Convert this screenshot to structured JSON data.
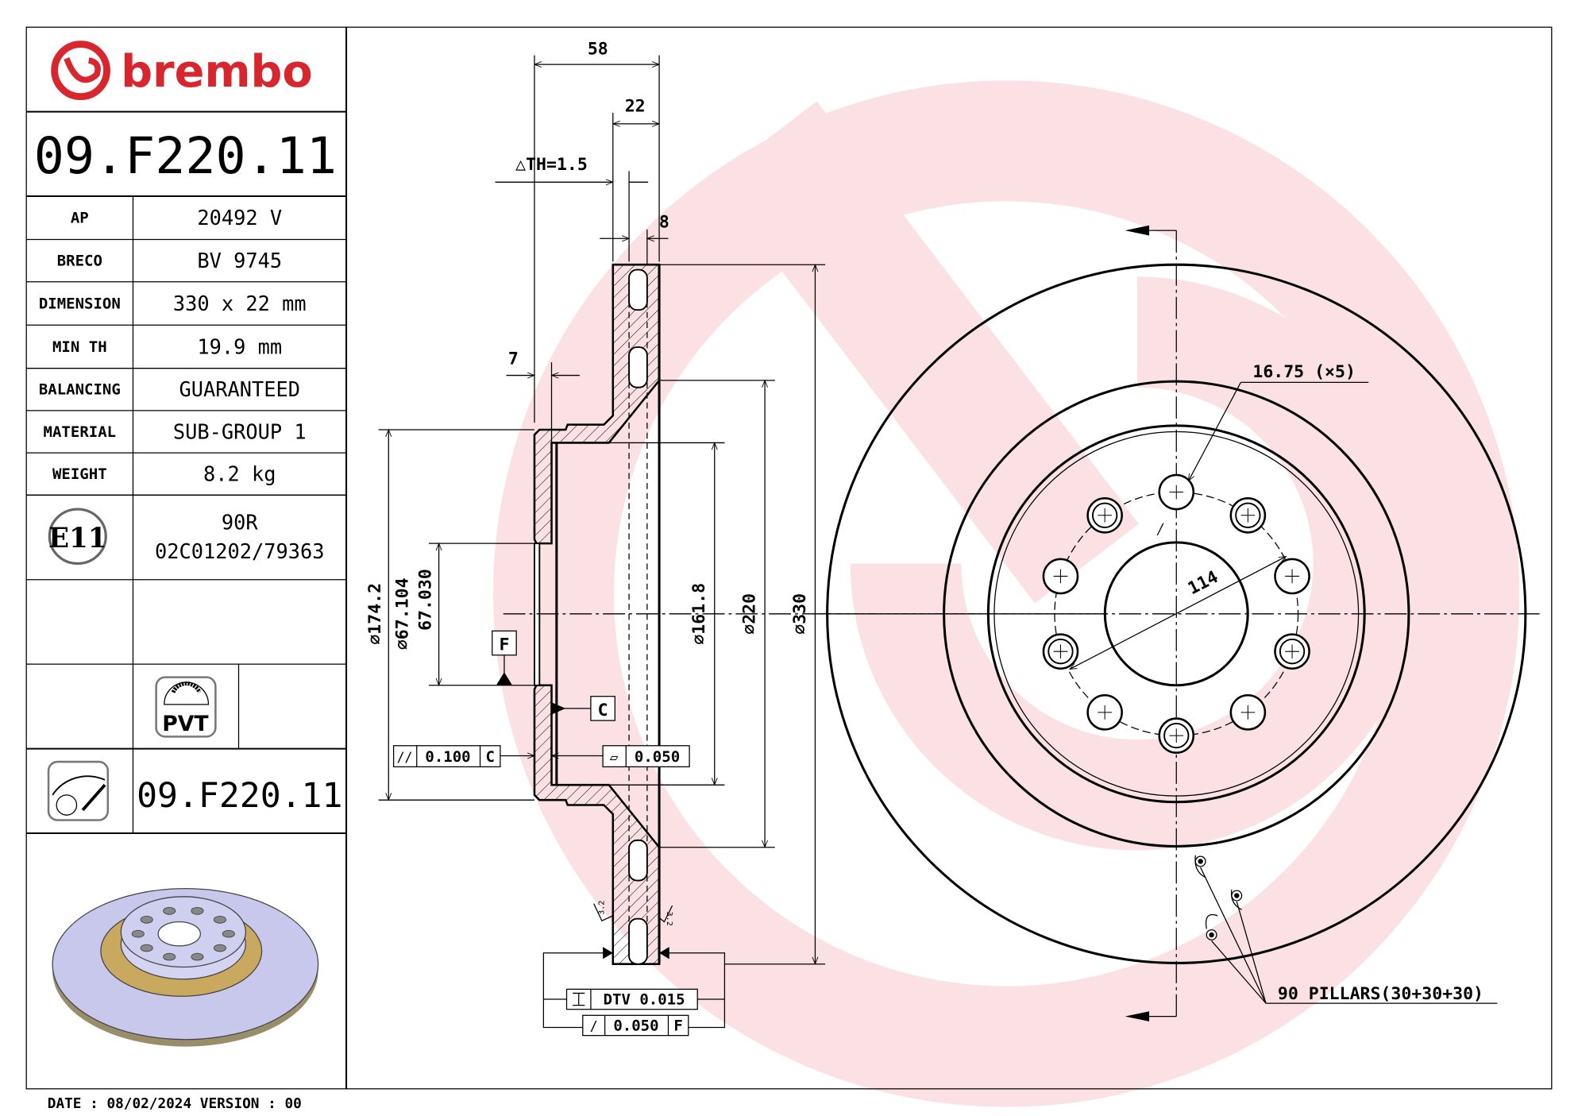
{
  "brand": {
    "logo_text": "brembo",
    "color": "#d7262e",
    "watermark_color": "#fbe1e4"
  },
  "part_number": "09.F220.11",
  "specs": [
    {
      "label": "AP",
      "value": "20492 V"
    },
    {
      "label": "BRECO",
      "value": "BV 9745"
    },
    {
      "label": "DIMENSION",
      "value": "330 x 22 mm"
    },
    {
      "label": "MIN TH",
      "value": "19.9 mm"
    },
    {
      "label": "BALANCING",
      "value": "GUARANTEED"
    },
    {
      "label": "MATERIAL",
      "value": "SUB-GROUP 1"
    },
    {
      "label": "WEIGHT",
      "value": "8.2 kg"
    }
  ],
  "homologation": {
    "mark": "E11",
    "line1": "90R",
    "line2": "02C01202/79363"
  },
  "badges": {
    "pvt": "PVT",
    "pvt_icon": "vented-disc-icon",
    "marking_icon": "disc-marking-icon"
  },
  "part_number_footer": "09.F220.11",
  "footer": {
    "date": "DATE : 08/02/2024 VERSION : 00"
  },
  "section_view": {
    "overall_height": "58",
    "thickness": "22",
    "delta_th": "△TH=1.5",
    "cheek": "8",
    "hat_thickness": "7",
    "d_174": "⌀174.2",
    "d_bore_max": "⌀67.104",
    "d_bore_min": "67.030",
    "d_161": "⌀161.8",
    "d_220": "⌀220",
    "d_330": "⌀330",
    "datum_f": "F",
    "datum_c": "C",
    "parallelism": {
      "symbol": "//",
      "value": "0.100",
      "datum": "C"
    },
    "flatness": {
      "symbol": "▱",
      "value": "0.050"
    },
    "dtv": {
      "value": "DTV 0.015"
    },
    "runout": {
      "symbol": "/",
      "value": "0.050",
      "datum": "F"
    },
    "roughness_left": "3.2",
    "roughness_right": "3.2"
  },
  "front_view": {
    "bolt_hole": "16.75 (×5)",
    "pcd": "114",
    "pillars": "90 PILLARS(30+30+30)"
  }
}
